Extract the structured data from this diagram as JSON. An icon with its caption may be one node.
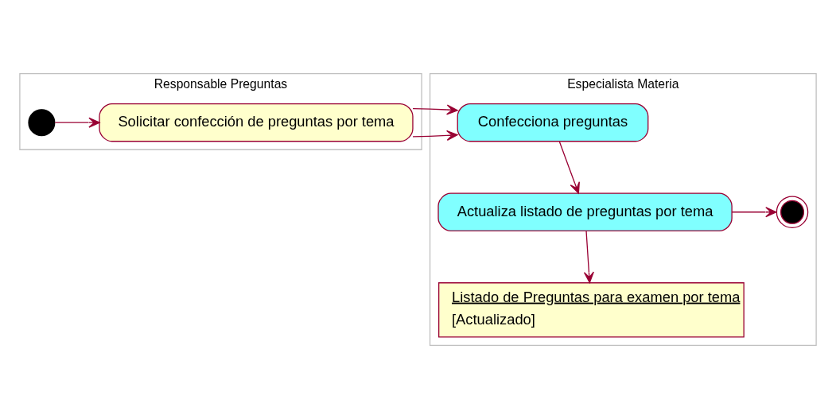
{
  "diagram": {
    "nodes": [
      {
        "text": [
          "Responsable Preguntas"
        ]
      },
      {
        "text": [
          "Especialista Materia"
        ]
      },
      {
        "text": [],
        "shape": "circle",
        "in": 0
      },
      {
        "text": [
          "Solicitar confección de preguntas por tema"
        ],
        "in": 0
      },
      {
        "text": [
          "Confecciona preguntas"
        ],
        "in": 1
      },
      {
        "text": [
          "Actualiza listado de preguntas por tema"
        ],
        "in": 1
      },
      {
        "text": [],
        "shape": "circle",
        "in": 1
      },
      {
        "text": [
          "Listado de Preguntas para examen por tema",
          "[Actualizado]"
        ],
        "in": 1
      }
    ],
    "edges": [
      {
        "from": 2,
        "to": 3,
        "arrow": "to"
      },
      {
        "from": 3,
        "to": 4,
        "arrow": "to"
      },
      {
        "from": 4,
        "to": 5,
        "arrow": "to"
      },
      {
        "from": 5,
        "to": 6,
        "arrow": "to"
      },
      {
        "from": 5,
        "to": 7,
        "arrow": "to"
      }
    ]
  }
}
